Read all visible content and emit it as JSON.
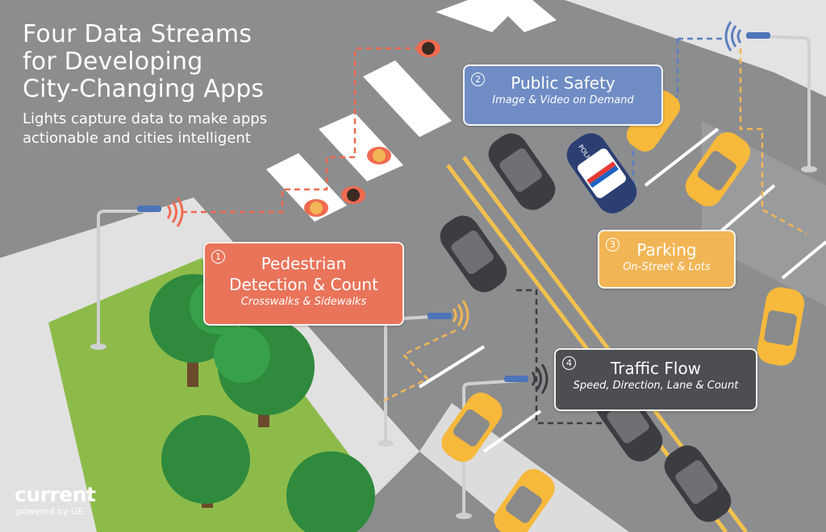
{
  "headline": {
    "title_lines": [
      "Four Data Streams",
      "for Developing",
      "City-Changing Apps"
    ],
    "subtitle_lines": [
      "Lights capture data to make apps",
      "actionable and cities intelligent"
    ]
  },
  "streams": [
    {
      "number": "1",
      "title_lines": [
        "Pedestrian",
        "Detection & Count"
      ],
      "subtitle": "Crosswalks & Sidewalks",
      "color": "#e9745a"
    },
    {
      "number": "2",
      "title_lines": [
        "Public Safety"
      ],
      "subtitle": "Image & Video on Demand",
      "color": "#6f8cc4"
    },
    {
      "number": "3",
      "title_lines": [
        "Parking"
      ],
      "subtitle": "On-Street & Lots",
      "color": "#f2b555"
    },
    {
      "number": "4",
      "title_lines": [
        "Traffic Flow"
      ],
      "subtitle": "Speed, Direction, Lane & Count",
      "color": "#4d4e52"
    }
  ],
  "police_car": {
    "label": "POLICE"
  },
  "brand": {
    "name": "current",
    "tagline": "powered by GE"
  },
  "colors": {
    "road": "#8c8d8f",
    "sidewalk": "#e2e2e2",
    "grass": "#8dbb4a",
    "tree": "#2f8a3e",
    "lane_line": "#f2c14e",
    "pedestrian_link": "#ef6b50",
    "safety_link": "#5e7fbf",
    "parking_link": "#f2b555",
    "traffic_link": "#3c3d40"
  }
}
